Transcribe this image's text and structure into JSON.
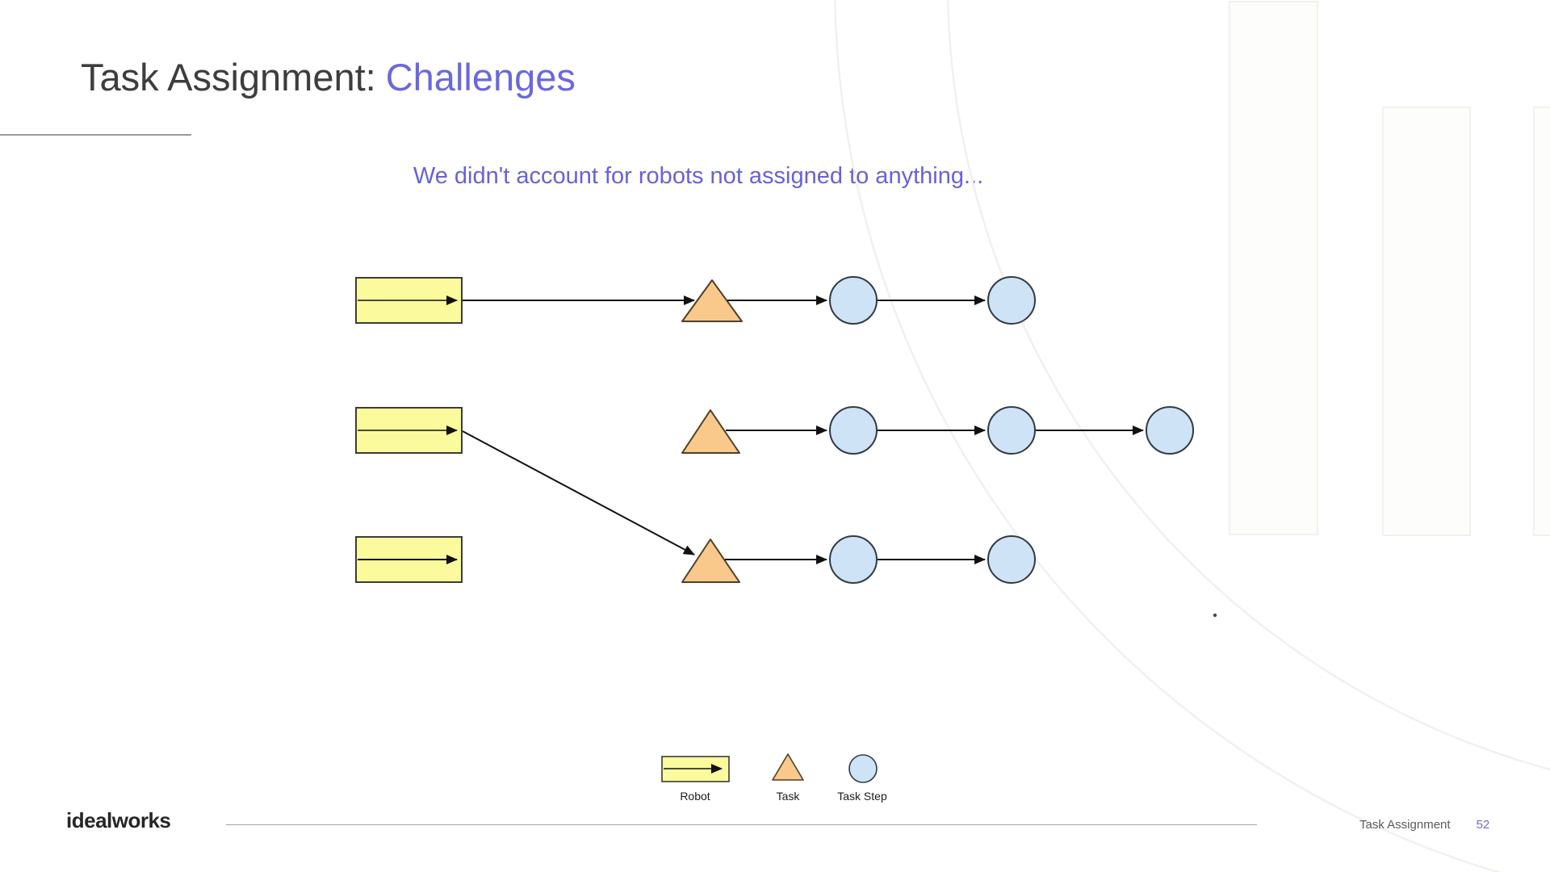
{
  "slide": {
    "title": {
      "prefix": "Task Assignment:",
      "highlight": "Challenges"
    },
    "subtitle": "We didn't account for robots not assigned to anything...",
    "logo_text": "idealworks",
    "footer_section": "Task Assignment",
    "page_number": "52"
  },
  "legend": {
    "items": [
      {
        "shape": "yellow-rectangle-with-arrow",
        "label": "Robot"
      },
      {
        "shape": "orange-triangle",
        "label": "Task"
      },
      {
        "shape": "blue-circle",
        "label": "Task Step"
      }
    ]
  },
  "colors": {
    "accent_purple": "#6a68dd",
    "subtitle_purple": "#6663d6",
    "title_dark": "#3d3d3d",
    "robot_fill": "#fbfb9d",
    "robot_stroke": "#3b3b3b",
    "task_fill": "#f8c98b",
    "task_stroke": "#4f3f2a",
    "step_fill": "#cee3f6",
    "step_stroke": "#323a45",
    "arrow": "#111111",
    "footer_text": "#5a5a5a",
    "page_number": "#7468c6"
  },
  "diagram": {
    "node_types": [
      "Robot = yellow rectangle with internal arrow",
      "Task = orange triangle",
      "Task Step = blue circle"
    ],
    "rows": [
      {
        "row": 1,
        "nodes": [
          "robot-1",
          "task-1",
          "step-1a",
          "step-1b"
        ],
        "robot_assigned_to": "task-1"
      },
      {
        "row": 2,
        "nodes": [
          "robot-2",
          "task-2",
          "step-2a",
          "step-2b",
          "step-2c"
        ],
        "robot_assigned_to": "task-3"
      },
      {
        "row": 3,
        "nodes": [
          "robot-3",
          "task-3",
          "step-3a",
          "step-3b"
        ],
        "robot_assigned_to": null
      }
    ],
    "edges": [
      "robot-1 -> task-1",
      "task-1 -> step-1a",
      "step-1a -> step-1b",
      "robot-2 -> task-3 (diagonal arrow down to row 3 task)",
      "task-2 -> step-2a",
      "step-2a -> step-2b",
      "step-2b -> step-2c",
      "task-3 -> step-3a",
      "step-3a -> step-3b",
      "robot-3 -> (nothing)"
    ]
  }
}
